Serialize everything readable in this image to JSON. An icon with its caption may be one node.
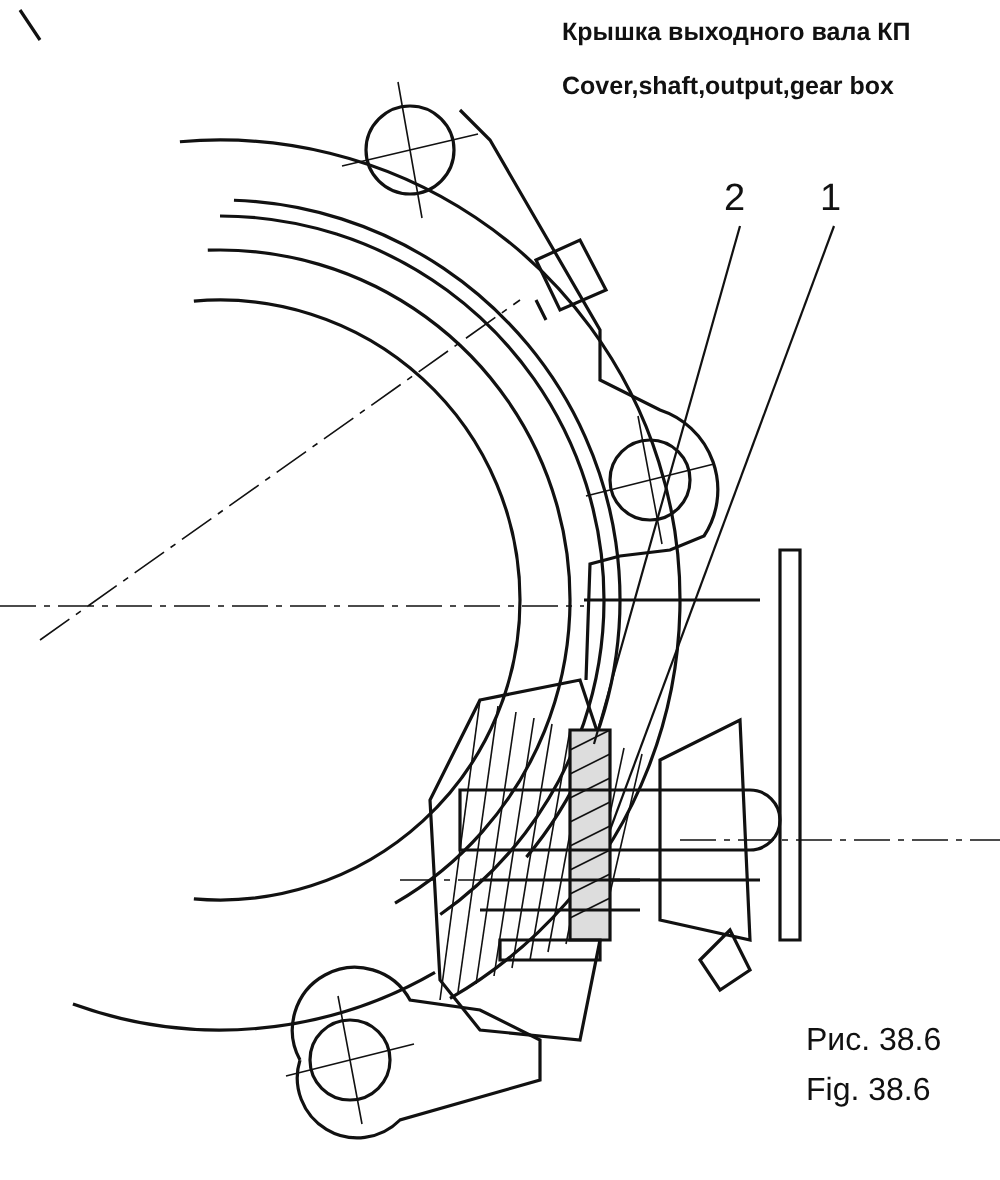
{
  "diagram": {
    "nodes": [
      {
        "text": [
          "2"
        ]
      },
      {
        "text": [
          "1"
        ]
      }
    ],
    "edges": [
      {
        "from": 0,
        "to": null,
        "arrow": "none"
      },
      {
        "from": 1,
        "to": null,
        "arrow": "none"
      }
    ],
    "labels": [
      "Крышка выходного вала КП",
      "Cover,shaft,output,gear box",
      "Рис. 38.6",
      "Fig. 38.6"
    ]
  }
}
